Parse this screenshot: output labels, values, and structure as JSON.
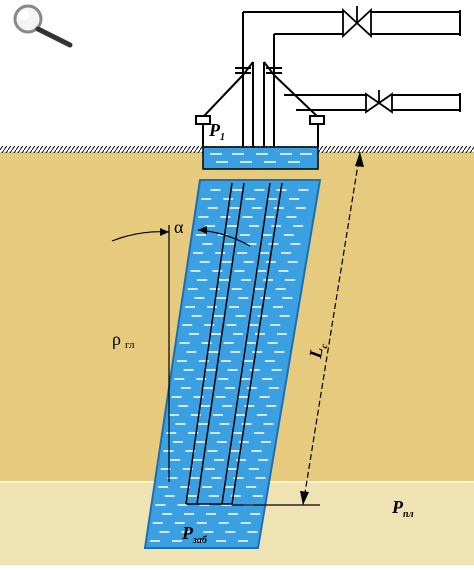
{
  "labels": {
    "p1_main": "P",
    "p1_sub": "1",
    "alpha": "α",
    "rho_main": "ρ",
    "rho_sub": "гл",
    "lc_main": "L",
    "lc_sub": "c",
    "ppl_main": "P",
    "ppl_sub": "пл",
    "pzab_main": "P",
    "pzab_sub": "заб"
  },
  "icons": {
    "magnifier": "magnifier-icon",
    "valve": "gate-valve-icon"
  },
  "colors": {
    "sky": "#ffffff",
    "ground": "#e6ca7e",
    "reservoir": "#efe3b4",
    "fluid": "#3aa0e2",
    "fluid_edge": "#1c6fb0",
    "outline": "#000000"
  }
}
